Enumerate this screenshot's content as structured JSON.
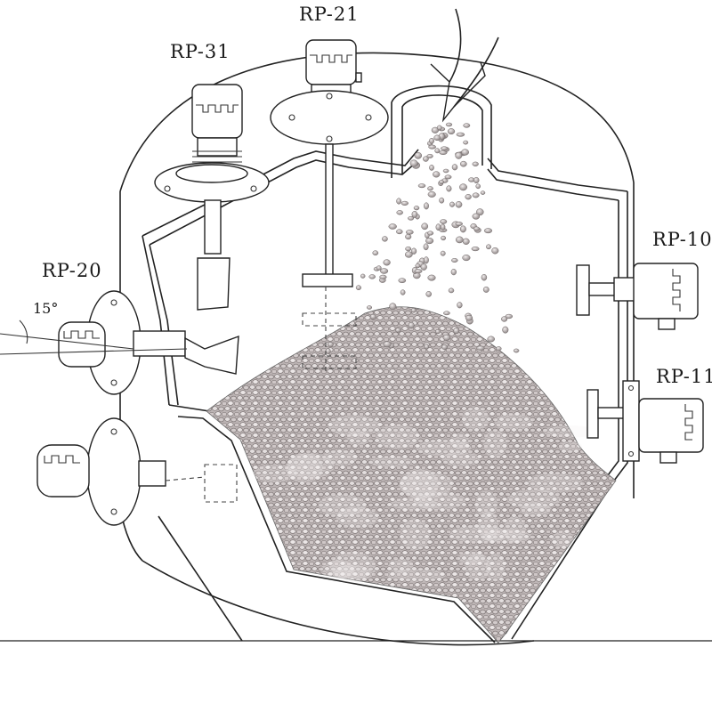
{
  "diagram": {
    "labels": {
      "rp31": "RP-31",
      "rp21": "RP-21",
      "rp20": "RP-20",
      "rp10": "RP-10",
      "rp11": "RP-11",
      "angle": "15°"
    },
    "colors": {
      "line": "#222222",
      "material_fill": "#b8b0b0",
      "material_speckle": "#8a8282",
      "background": "#ffffff"
    }
  }
}
